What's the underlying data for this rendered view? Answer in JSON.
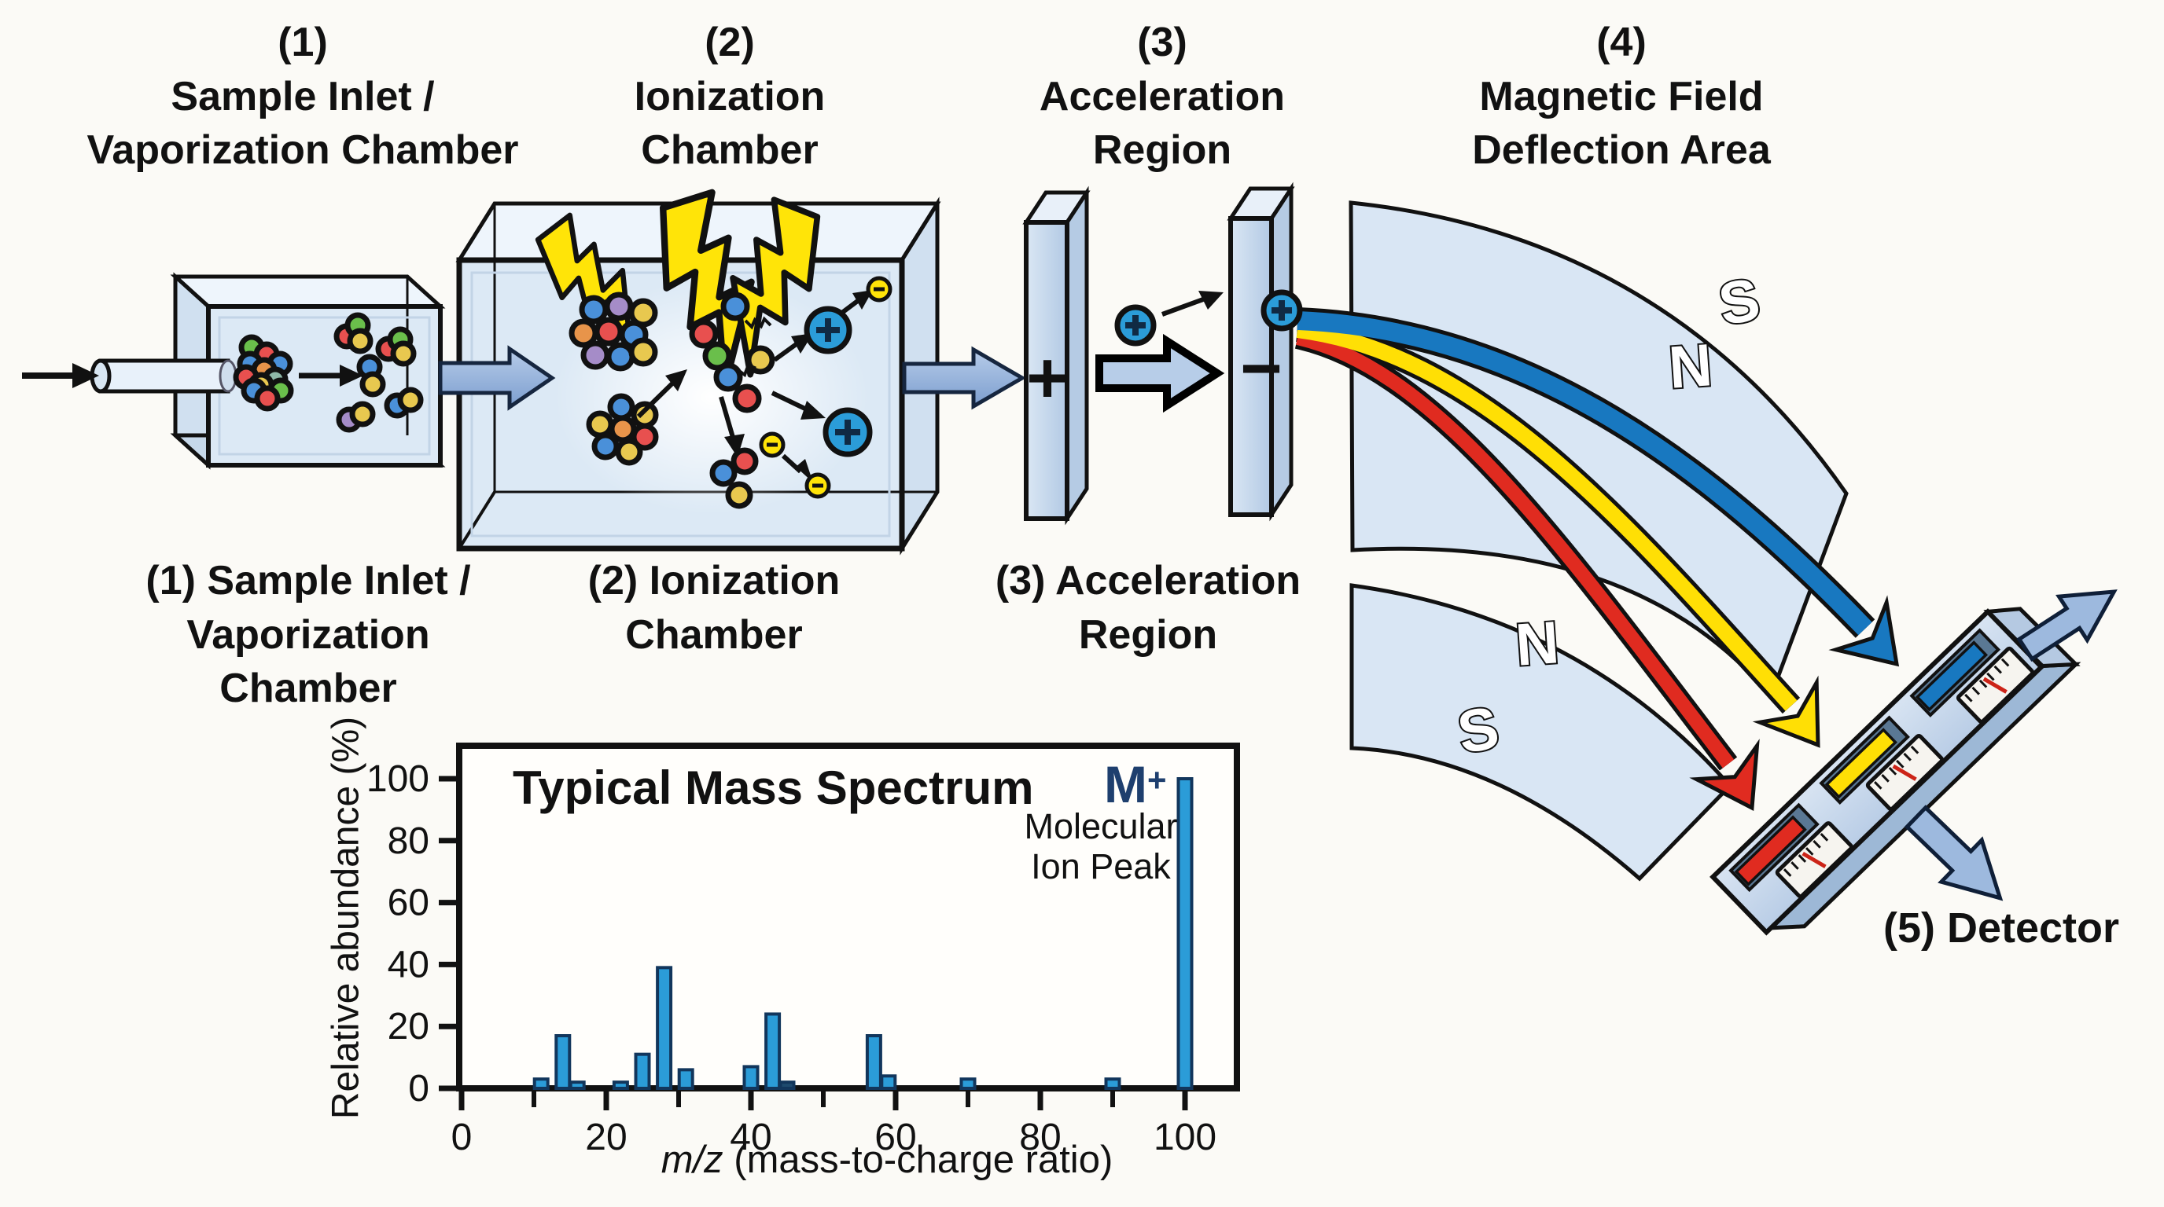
{
  "stages": {
    "top": [
      {
        "number": "(1)",
        "line1": "Sample Inlet /",
        "line2": "Vaporization Chamber"
      },
      {
        "number": "(2)",
        "line1": "Ionization",
        "line2": "Chamber"
      },
      {
        "number": "(3)",
        "line1": "Acceleration",
        "line2": "Region"
      },
      {
        "number": "(4)",
        "line1": "Magnetic Field",
        "line2": "Deflection Area"
      }
    ],
    "bottom": [
      {
        "line1": "(1) Sample Inlet /",
        "line2": "Vaporization",
        "line3": "Chamber"
      },
      {
        "line1": "(2) Ionization",
        "line2": "Chamber"
      },
      {
        "line1": "(3) Acceleration",
        "line2": "Region"
      }
    ],
    "detector_label": "(5) Detector"
  },
  "magnet": {
    "upper_outer_pole": "S",
    "upper_inner_pole": "N",
    "lower_inner_pole": "N",
    "lower_outer_pole": "S"
  },
  "acceleration": {
    "positive_plate_symbol": "+",
    "negative_plate_symbol": "−"
  },
  "chart_data": {
    "type": "bar",
    "title": "Typical Mass Spectrum",
    "ylabel": "Relative abundance (%)",
    "xlabel_italic": "m/z",
    "xlabel_rest": "(mass-to-charge ratio)",
    "annotation": {
      "symbol": "M",
      "sup": "+",
      "line1": "Molecular",
      "line2": "Ion Peak"
    },
    "x": [
      11,
      14,
      16,
      22,
      25,
      28,
      31,
      40,
      43,
      45,
      57,
      59,
      70,
      90,
      100
    ],
    "values": [
      3,
      17,
      2,
      2,
      11,
      39,
      6,
      7,
      24,
      2,
      17,
      4,
      3,
      3,
      100
    ],
    "xlim": [
      0,
      107
    ],
    "ylim": [
      0,
      100
    ],
    "x_ticks": [
      0,
      20,
      40,
      60,
      80,
      100
    ],
    "x_minor_ticks": [
      10,
      30,
      50,
      70,
      90
    ],
    "y_ticks": [
      0,
      20,
      40,
      60,
      80,
      100
    ],
    "bar_color": "#2b9cd8",
    "dark_bar_index": 9,
    "dark_bar_color": "#1e4a6e",
    "molecular_ion_x": 100,
    "grid": false,
    "legend": false
  },
  "colors": {
    "background": "#fbfaf6",
    "chamber_fill": "#dce9f5",
    "lightning_yellow": "#ffe408",
    "ion_blue": "#2b9cd8",
    "electron_yellow": "#ffe408",
    "beam_blue": "#1878c0",
    "beam_yellow": "#ffdf05",
    "beam_red": "#e02b20",
    "block_arrow_blue": "#9db9de",
    "magnet_fill": "#d9e6f4",
    "annotation_navy": "#1e3f6e",
    "text": "#111111"
  }
}
